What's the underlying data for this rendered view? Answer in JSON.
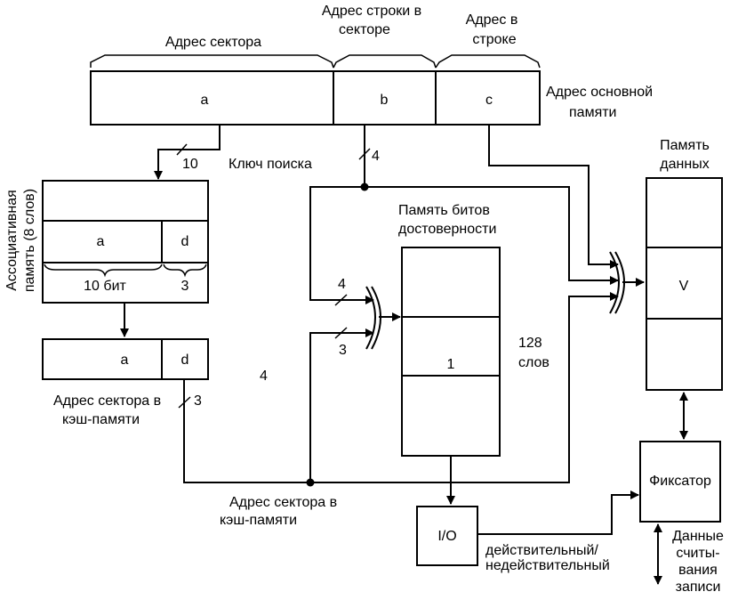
{
  "address": {
    "sector_label": "Адрес сектора",
    "row_label_line1": "Адрес строки в",
    "row_label_line2": "секторе",
    "word_label_line1": "Адрес в",
    "word_label_line2": "строке",
    "field_a": "a",
    "field_b": "b",
    "field_c": "c",
    "main_memory_line1": "Адрес основной",
    "main_memory_line2": "памяти"
  },
  "associative": {
    "side_label_line1": "Ассоциативная",
    "side_label_line2": "память (8 слов)",
    "cell_a": "a",
    "cell_d": "d",
    "bits_label": "10 бит",
    "d_bits": "3",
    "bus_width": "10",
    "search_key": "Ключ поиска"
  },
  "cache_sector": {
    "cell_a": "a",
    "cell_d": "d",
    "label_line1": "Адрес сектора в",
    "label_line2": "кэш-памяти",
    "bus_width": "3",
    "stray_4": "4"
  },
  "validity": {
    "title_line1": "Память битов",
    "title_line2": "достоверности",
    "bit_value": "1",
    "size_line1": "128",
    "size_line2": "слов",
    "mux_in_top": "4",
    "mux_in_bottom": "3",
    "b_bus_width": "4"
  },
  "data_memory": {
    "title_line1": "Память",
    "title_line2": "данных",
    "cell_v": "V"
  },
  "latch": {
    "label": "Фиксатор"
  },
  "io": {
    "label": "I/O",
    "status_line1": "действительный/",
    "status_line2": "недействительный"
  },
  "bottom_label_line1": "Адрес сектора в",
  "bottom_label_line2": "кэш-памяти",
  "data_rw": {
    "line1": "Данные",
    "line2": "считы-",
    "line3": "вания",
    "line4": "записи"
  }
}
